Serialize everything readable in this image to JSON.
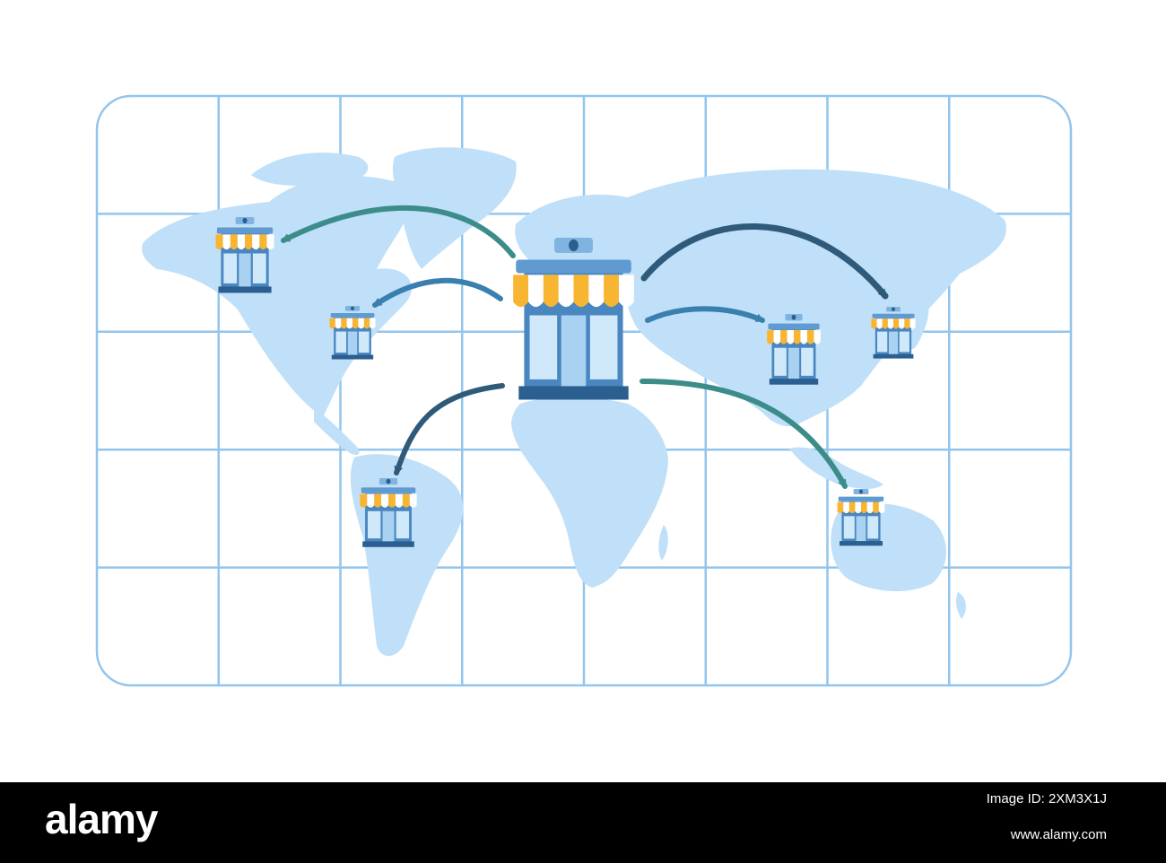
{
  "colors": {
    "grid": "#92c5ec",
    "land": "#bfe0f8",
    "arrow_dark": "#2f5a7a",
    "arrow_teal": "#3c8c8a",
    "arrow_blue": "#3a7fb0",
    "awning_orange": "#f7b531",
    "awning_white": "#ffffff",
    "store_blue": "#4a86bf",
    "store_dark": "#2a5f8f",
    "window": "#cfe9fb",
    "footer_bg": "#000000"
  },
  "icons": [
    "storefront-icon",
    "location-pin-icon",
    "search-icon",
    "arrow-icon"
  ],
  "footer": {
    "logo": "alamy",
    "image_id": "Image ID: 2XM3X1J",
    "site": "www.alamy.com"
  }
}
